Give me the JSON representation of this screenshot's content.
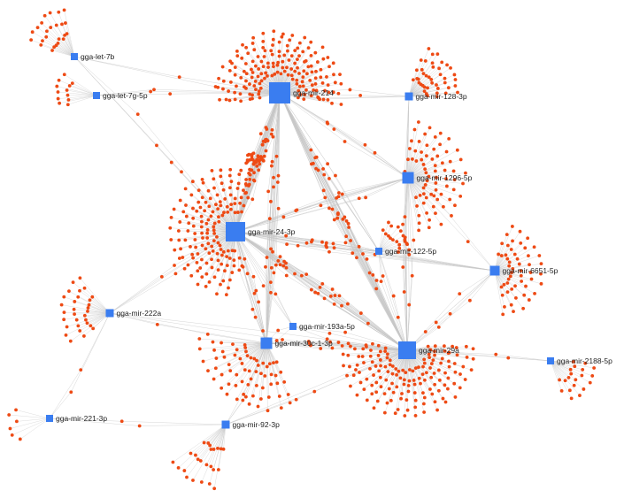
{
  "colors": {
    "mirna_node": "#3a7df0",
    "target_node": "#ee4a14",
    "edge": "#c7c7c7",
    "background": "#ffffff"
  },
  "network": {
    "mirnas": [
      {
        "id": "let7b",
        "label": "gga-let-7b"
      },
      {
        "id": "let7g",
        "label": "gga-let-7g-5p"
      },
      {
        "id": "mir214",
        "label": "gga-mir-214"
      },
      {
        "id": "mir128",
        "label": "gga-mir-128-3p"
      },
      {
        "id": "mir1296",
        "label": "gga-mir-1296-5p"
      },
      {
        "id": "mir24",
        "label": "gga-mir-24-3p"
      },
      {
        "id": "mir122",
        "label": "gga-mir-122-5p"
      },
      {
        "id": "mir6651",
        "label": "gga-mir-6651-5p"
      },
      {
        "id": "mir222a",
        "label": "gga-mir-222a"
      },
      {
        "id": "mir193a",
        "label": "gga-mir-193a-5p"
      },
      {
        "id": "mir30c",
        "label": "gga-mir-30c-1-3p"
      },
      {
        "id": "mir29a",
        "label": "gga-mir-29a"
      },
      {
        "id": "mir2188",
        "label": "gga-mir-2188-5p"
      },
      {
        "id": "mir221",
        "label": "gga-mir-221-3p"
      },
      {
        "id": "mir92",
        "label": "gga-mir-92-3p"
      }
    ]
  }
}
